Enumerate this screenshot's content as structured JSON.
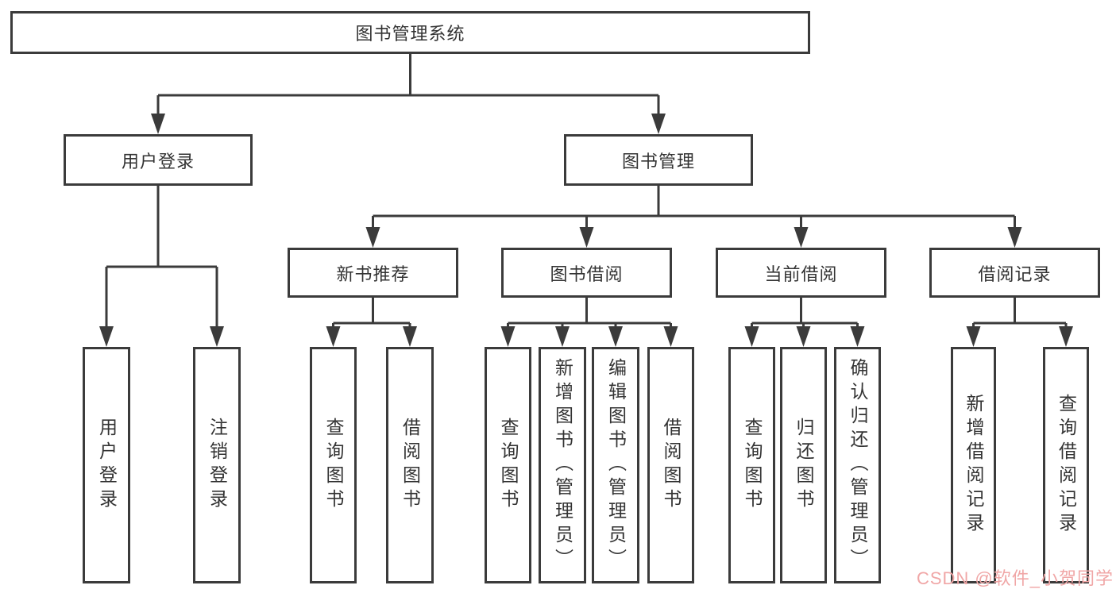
{
  "colors": {
    "line": "#3b3b3b",
    "text": "#333333",
    "watermark": "#f0a6a6"
  },
  "watermark": "CSDN @软件_小贺同学",
  "tree": {
    "label": "图书管理系统",
    "children": [
      {
        "label": "用户登录",
        "children": [
          {
            "label": "用户登录"
          },
          {
            "label": "注销登录"
          }
        ]
      },
      {
        "label": "图书管理",
        "children": [
          {
            "label": "新书推荐",
            "children": [
              {
                "label": "查询图书"
              },
              {
                "label": "借阅图书"
              }
            ]
          },
          {
            "label": "图书借阅",
            "children": [
              {
                "label": "查询图书"
              },
              {
                "label": "新增图书（管理员）"
              },
              {
                "label": "编辑图书（管理员）"
              },
              {
                "label": "借阅图书"
              }
            ]
          },
          {
            "label": "当前借阅",
            "children": [
              {
                "label": "查询图书"
              },
              {
                "label": "归还图书"
              },
              {
                "label": "确认归还（管理员）"
              }
            ]
          },
          {
            "label": "借阅记录",
            "children": [
              {
                "label": "新增借阅记录"
              },
              {
                "label": "查询借阅记录"
              }
            ]
          }
        ]
      }
    ]
  }
}
